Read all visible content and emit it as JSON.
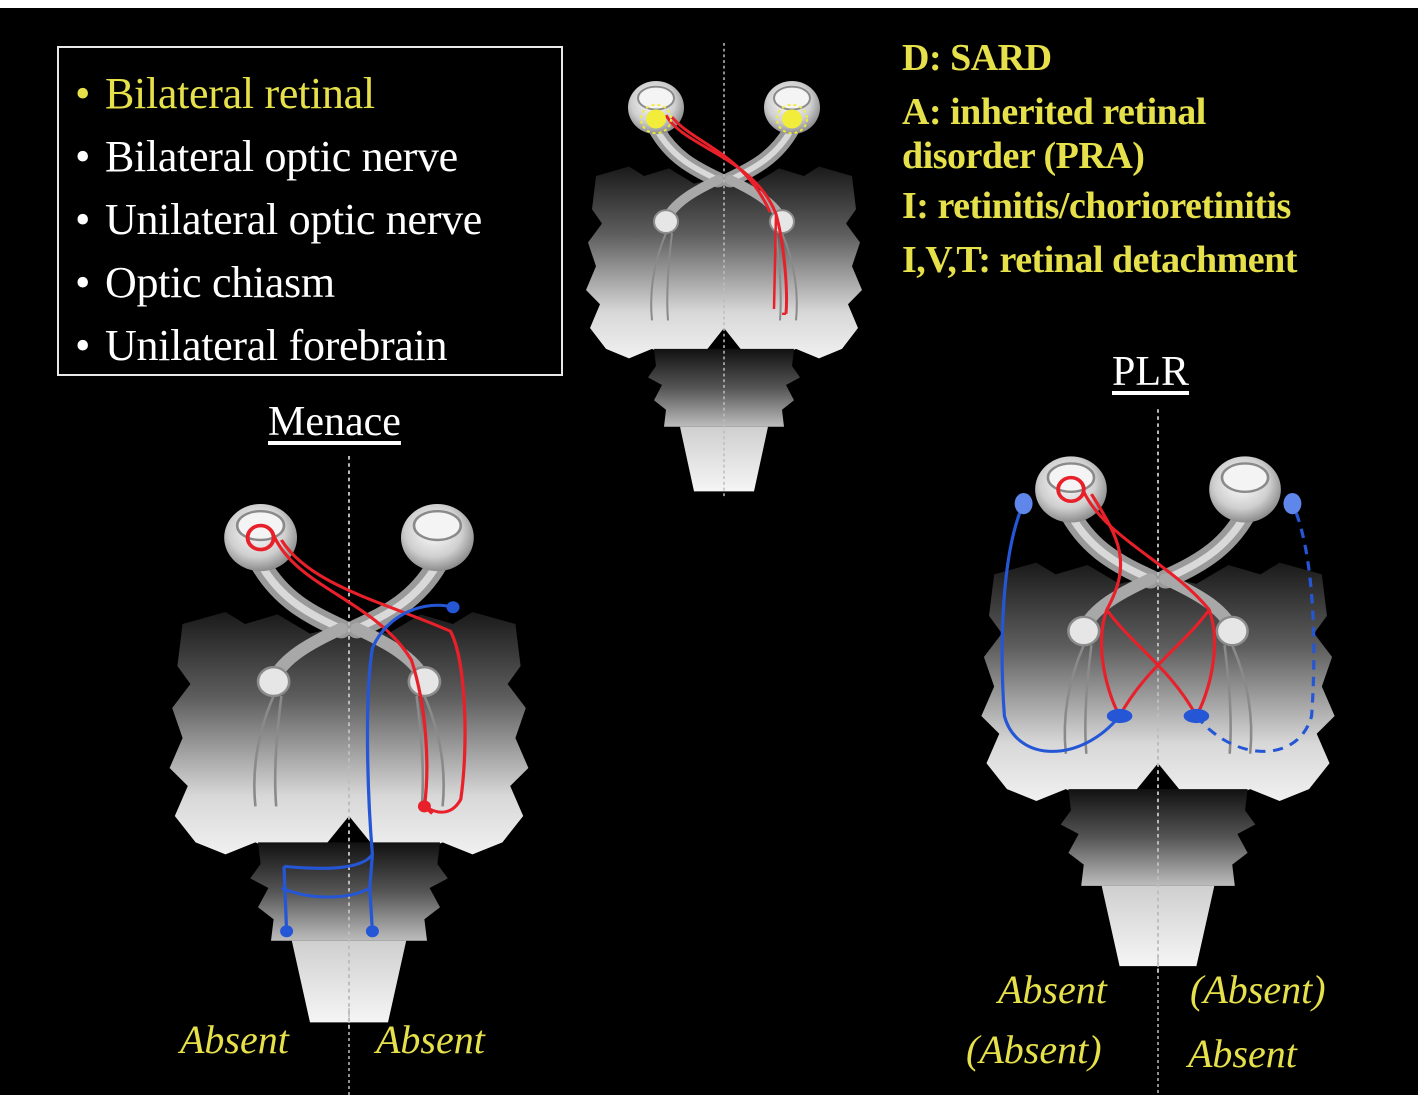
{
  "legend": {
    "items": [
      {
        "label": "Bilateral retinal",
        "highlight": true
      },
      {
        "label": "Bilateral optic nerve",
        "highlight": false
      },
      {
        "label": "Unilateral optic nerve",
        "highlight": false
      },
      {
        "label": "Optic chiasm",
        "highlight": false
      },
      {
        "label": "Unilateral forebrain",
        "highlight": false
      }
    ],
    "bullet": "•"
  },
  "differentials": {
    "line1": "D: SARD",
    "line2a": "A: inherited retinal",
    "line2b": "disorder (PRA)",
    "line3": "I: retinitis/chorioretinitis",
    "line4": "I,V,T: retinal detachment"
  },
  "menace": {
    "title": "Menace",
    "left_result": "Absent",
    "right_result": "Absent"
  },
  "plr": {
    "title": "PLR",
    "left_line1": "Absent",
    "left_line2": "(Absent)",
    "right_line1": "(Absent)",
    "right_line2": "Absent"
  },
  "colors": {
    "text_highlight": "#e6e04a",
    "pathway_red": "#e8202a",
    "pathway_blue": "#2456d6",
    "lesion_yellow": "#f2ec3a"
  }
}
